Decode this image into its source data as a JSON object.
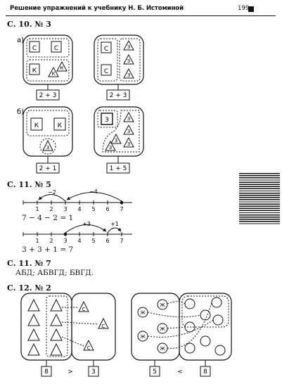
{
  "header": {
    "title": "Решение упражнений к учебнику Н. Б. Истоминой",
    "page_number": "199"
  },
  "s1": {
    "title": "С. 10. № 3",
    "label_a": "а)",
    "label_b": "б)",
    "letter_c": "С",
    "letter_k": "К",
    "letter_z": "З",
    "a_left_expr": "2 + 3",
    "a_right_expr": "2 + 3",
    "b_left_expr": "2 + 1",
    "b_right_expr": "1 + 5"
  },
  "s2": {
    "title": "С. 11. № 5",
    "line1": {
      "ticks": [
        "1",
        "2",
        "3",
        "4",
        "5",
        "6",
        "7"
      ],
      "arc_small": "−2",
      "arc_big": "−4",
      "equation": "7 − 4 − 2 = 1"
    },
    "line2": {
      "ticks": [
        "1",
        "2",
        "3",
        "4",
        "5",
        "6",
        "7"
      ],
      "arc_big": "+3",
      "arc_small": "+1",
      "equation": "3 + 3 + 1 = 7"
    }
  },
  "s3": {
    "title": "С. 11. № 7",
    "answer": "АБД; АБВГД; БВГД."
  },
  "s4": {
    "title": "С. 12. № 2",
    "letter_c": "С",
    "letter_zh": "Ж",
    "left_box_a": "8",
    "left_sign": ">",
    "left_box_b": "3",
    "right_box_a": "5",
    "right_sign": "<",
    "right_box_b": "8"
  }
}
